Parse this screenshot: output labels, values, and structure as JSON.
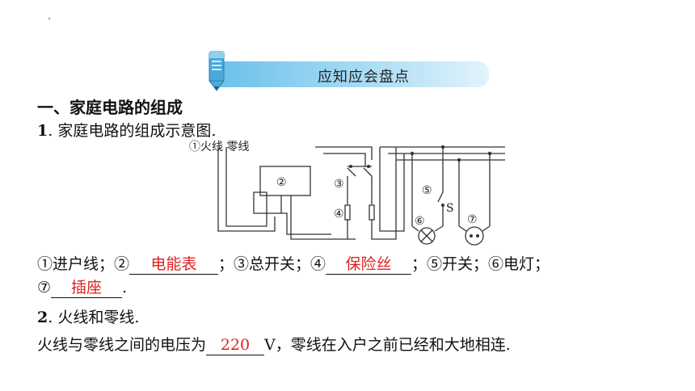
{
  "header": {
    "title": "应知应会盘点"
  },
  "section": {
    "title": "一、家庭电路的组成"
  },
  "item1": {
    "number": "1",
    "text": ". 家庭电路的组成示意图."
  },
  "diagram": {
    "label_1": "①火线 零线",
    "label_2": "②",
    "label_3": "③",
    "label_4": "④",
    "label_5": "⑤",
    "label_6": "⑥",
    "label_7": "⑦",
    "switch_s": "S"
  },
  "legend": {
    "l1": "①进户线；②",
    "a2": "电能表",
    "l2": "；③总开关；④",
    "a4": "保险丝",
    "l3": "；⑤开关；⑥电灯；",
    "l4": "⑦",
    "a7": "插座",
    "end": "."
  },
  "item2": {
    "number": "2",
    "text": ". 火线和零线."
  },
  "voltage": {
    "prefix": "火线与零线之间的电压为",
    "answer": "220",
    "suffix": "V，零线在入户之前已经和大地相连."
  },
  "colors": {
    "banner": "#6cc1ea",
    "answer": "#e02020"
  }
}
